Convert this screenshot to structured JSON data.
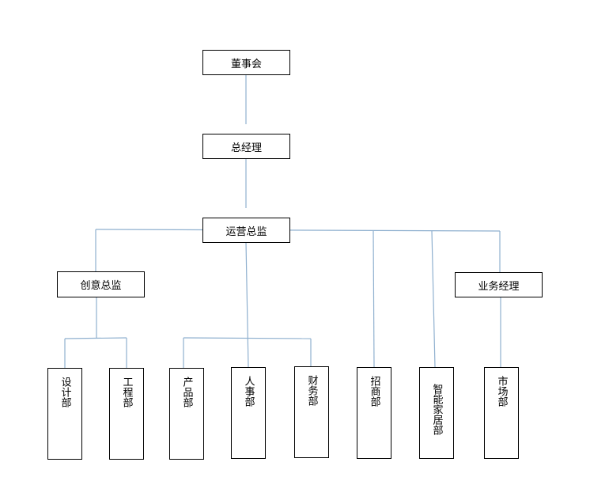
{
  "colors": {
    "connector": "#8fb0cf",
    "box_border": "#000000",
    "background": "#ffffff"
  },
  "org_chart": {
    "board": "董事会",
    "general_manager": "总经理",
    "operations_director": "运营总监",
    "creative_director": "创意总监",
    "business_manager": "业务经理",
    "departments": {
      "design": "设计部",
      "engineering": "工程部",
      "product": "产品部",
      "hr": "人事部",
      "finance": "财务部",
      "investment": "招商部",
      "smart_home": "智能家居部",
      "marketing": "市场部"
    }
  }
}
